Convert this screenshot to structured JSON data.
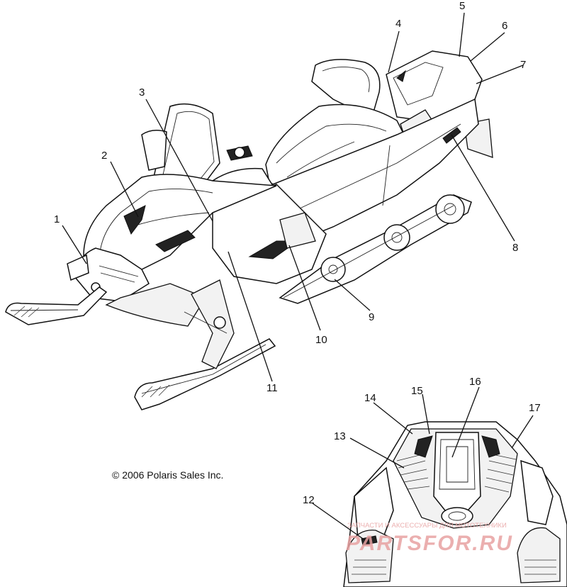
{
  "diagram": {
    "copyright": "© 2006 Polaris Sales Inc.",
    "callouts": [
      "1",
      "2",
      "3",
      "4",
      "5",
      "6",
      "7",
      "8",
      "9",
      "10",
      "11",
      "12",
      "13",
      "14",
      "15",
      "16",
      "17"
    ],
    "watermark": {
      "line1": "ЗАПЧАСТИ И АКСЕССУАРЫ ДЛЯ МОТОТЕХНИКИ",
      "line2": "PARTSFOR.RU",
      "color": "#e8a2a2"
    }
  }
}
